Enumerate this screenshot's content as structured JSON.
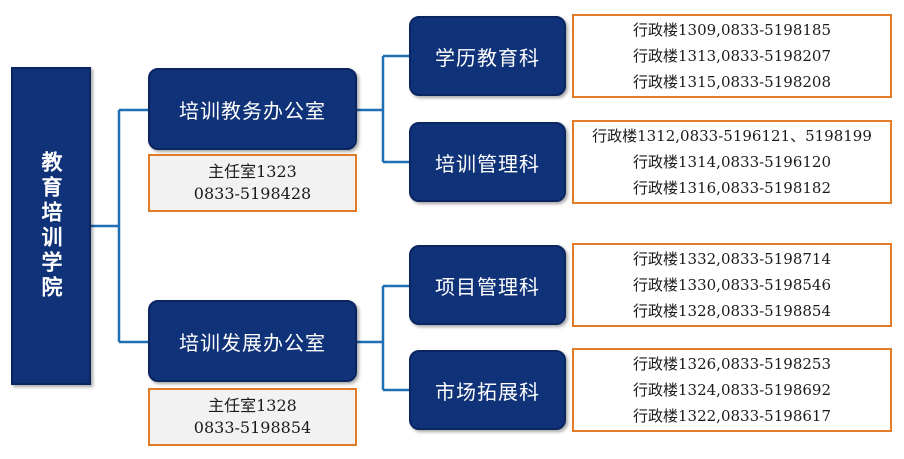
{
  "root": {
    "label": "教育培训学院"
  },
  "offices": [
    {
      "label": "培训教务办公室",
      "room": "主任室1323",
      "phone": "0833-5198428"
    },
    {
      "label": "培训发展办公室",
      "room": "主任室1328",
      "phone": "0833-5198854"
    }
  ],
  "departments": [
    {
      "label": "学历教育科",
      "contacts": [
        "行政楼1309,0833-5198185",
        "行政楼1313,0833-5198207",
        "行政楼1315,0833-5198208"
      ]
    },
    {
      "label": "培训管理科",
      "contacts": [
        "行政楼1312,0833-5196121、5198199",
        "行政楼1314,0833-5196120",
        "行政楼1316,0833-5198182"
      ]
    },
    {
      "label": "项目管理科",
      "contacts": [
        "行政楼1332,0833-5198714",
        "行政楼1330,0833-5198546",
        "行政楼1328,0833-5198854"
      ]
    },
    {
      "label": "市场拓展科",
      "contacts": [
        "行政楼1326,0833-5198253",
        "行政楼1324,0833-5198692",
        "行政楼1322,0833-5198617"
      ]
    }
  ],
  "colors": {
    "box_fill": "#0f3278",
    "connector": "#1f6fb5",
    "info_border": "#e07b2a",
    "info_fill": "#f2f2f2"
  }
}
